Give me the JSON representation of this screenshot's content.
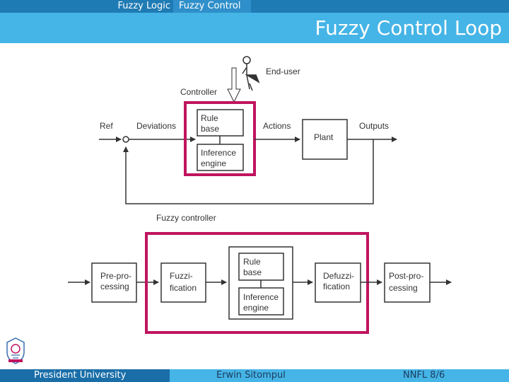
{
  "header": {
    "breadcrumb": [
      "Fuzzy Logic",
      "Fuzzy Control"
    ],
    "title": "Fuzzy Control Loop"
  },
  "top_diagram": {
    "end_user": "End-user",
    "controller": "Controller",
    "ref": "Ref",
    "deviations": "Deviations",
    "rule_base": [
      "Rule",
      "base"
    ],
    "inference_engine": [
      "Inference",
      "engine"
    ],
    "actions": "Actions",
    "plant": "Plant",
    "outputs": "Outputs"
  },
  "bottom_diagram": {
    "title": "Fuzzy controller",
    "preprocessing": [
      "Pre-pro-",
      "cessing"
    ],
    "fuzzification": [
      "Fuzzi-",
      "fication"
    ],
    "rule_base": [
      "Rule",
      "base"
    ],
    "inference_engine": [
      "Inference",
      "engine"
    ],
    "defuzzification": [
      "Defuzzi-",
      "fication"
    ],
    "postprocessing": [
      "Post-pro-",
      "cessing"
    ]
  },
  "footer": {
    "left": "President University",
    "center": "Erwin Sitompul",
    "right": "NNFL 8/6"
  },
  "colors": {
    "header_dark": "#1f7bb4",
    "header_light": "#45b4e6",
    "footer_dark": "#1a6ea8",
    "highlight": "#c0145f"
  }
}
